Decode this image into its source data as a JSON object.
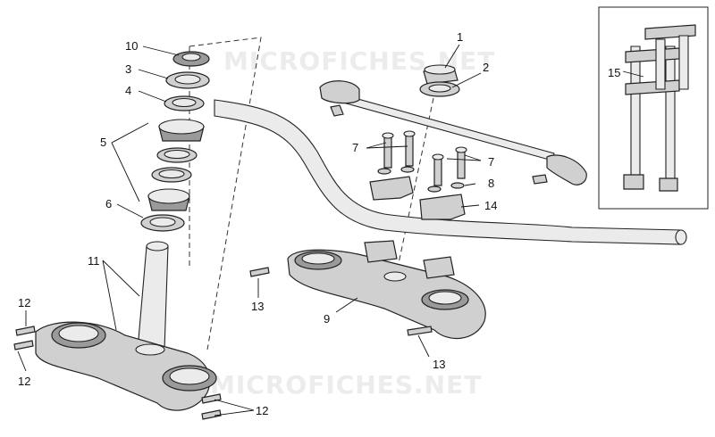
{
  "watermark": {
    "top_text": "MICROFICHES.NET",
    "bottom_text": "MICROFICHES.NET"
  },
  "callouts": {
    "c1": "1",
    "c2": "2",
    "c3": "3",
    "c4": "4",
    "c5": "5",
    "c6": "6",
    "c7a": "7",
    "c7b": "7",
    "c8": "8",
    "c9": "9",
    "c10": "10",
    "c11": "11",
    "c12a": "12",
    "c12b": "12",
    "c12c": "12",
    "c13a": "13",
    "c13b": "13",
    "c14": "14",
    "c15": "15"
  }
}
